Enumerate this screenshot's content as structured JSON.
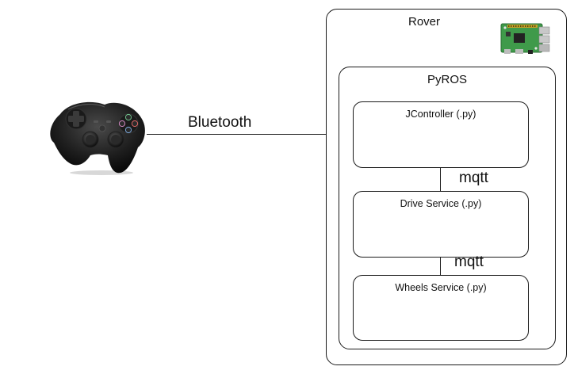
{
  "controller": {
    "icon": "gamepad-icon"
  },
  "connections": {
    "bluetooth_label": "Bluetooth",
    "mqtt_label_1": "mqtt",
    "mqtt_label_2": "mqtt"
  },
  "rover": {
    "label": "Rover",
    "board_icon": "raspberry-pi-board-icon",
    "pyros": {
      "label": "PyROS",
      "services": [
        {
          "label": "JController (.py)"
        },
        {
          "label": "Drive Service (.py)"
        },
        {
          "label": "Wheels Service (.py)"
        }
      ]
    }
  }
}
